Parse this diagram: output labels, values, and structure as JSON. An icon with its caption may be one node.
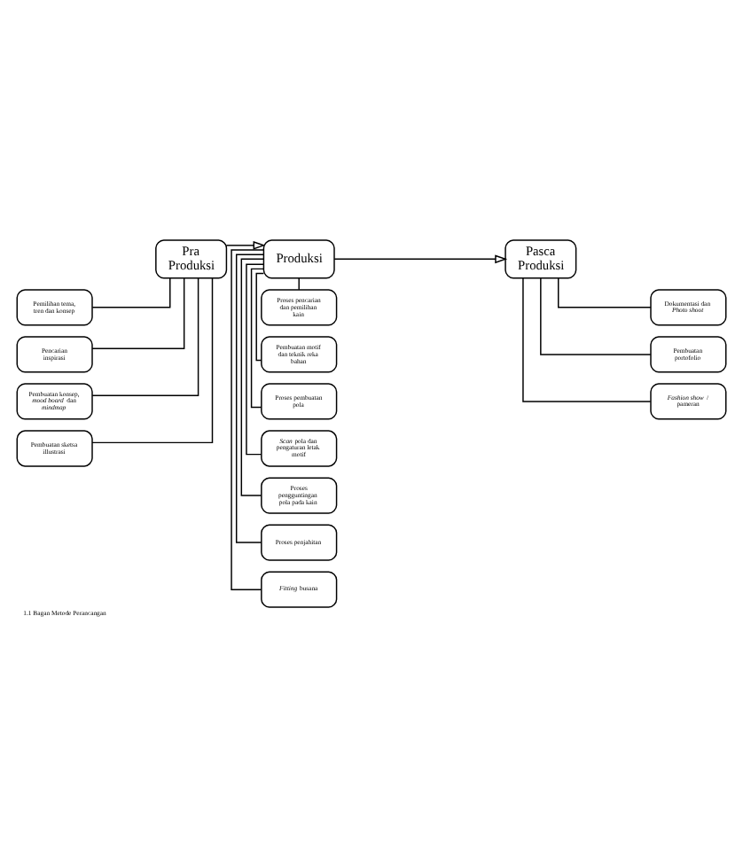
{
  "diagram": {
    "caption": "1.1 Bagan Metode Perancangan",
    "nodes": [
      {
        "text": [
          "Pra Produksi"
        ]
      },
      {
        "text": [
          "Pemilihan tema, tren dan konsep"
        ]
      },
      {
        "text": [
          "Pencarian inspirasi"
        ]
      },
      {
        "text": [
          "Pembuatan konsep, *mood board* dan *mindmap*"
        ]
      },
      {
        "text": [
          "Pembuatan sketsa illustrasi"
        ]
      },
      {
        "text": [
          "Produksi"
        ]
      },
      {
        "text": [
          "Proses pencarian dan pemilihan kain"
        ]
      },
      {
        "text": [
          "Pembuatan motif dan teknik reka bahan"
        ]
      },
      {
        "text": [
          "Proses pembuatan pola"
        ]
      },
      {
        "text": [
          "*Scan* pola dan pengaturan letak motif"
        ]
      },
      {
        "text": [
          "Proses pengguntingan pola pada kain"
        ]
      },
      {
        "text": [
          "Proses penjahitan"
        ]
      },
      {
        "text": [
          "*Fitting* busana"
        ]
      },
      {
        "text": [
          "Pasca Produksi"
        ]
      },
      {
        "text": [
          "Dokumentasi dan *Photo shoot*"
        ]
      },
      {
        "text": [
          "Pembuatan portofolio"
        ]
      },
      {
        "text": [
          "*Fashion show* / pameran"
        ]
      }
    ],
    "edges": [
      {
        "from": 0,
        "to": 5,
        "arrow": "to"
      },
      {
        "from": 5,
        "to": 13,
        "arrow": "to"
      },
      {
        "from": 0,
        "to": 1,
        "arrow": "none"
      },
      {
        "from": 0,
        "to": 2,
        "arrow": "none"
      },
      {
        "from": 0,
        "to": 3,
        "arrow": "none"
      },
      {
        "from": 0,
        "to": 4,
        "arrow": "none"
      },
      {
        "from": 5,
        "to": 6,
        "arrow": "none"
      },
      {
        "from": 5,
        "to": 7,
        "arrow": "none"
      },
      {
        "from": 5,
        "to": 8,
        "arrow": "none"
      },
      {
        "from": 5,
        "to": 9,
        "arrow": "none"
      },
      {
        "from": 5,
        "to": 10,
        "arrow": "none"
      },
      {
        "from": 5,
        "to": 11,
        "arrow": "none"
      },
      {
        "from": 5,
        "to": 12,
        "arrow": "none"
      },
      {
        "from": 13,
        "to": 14,
        "arrow": "none"
      },
      {
        "from": 13,
        "to": 15,
        "arrow": "none"
      },
      {
        "from": 13,
        "to": 16,
        "arrow": "none"
      }
    ]
  }
}
